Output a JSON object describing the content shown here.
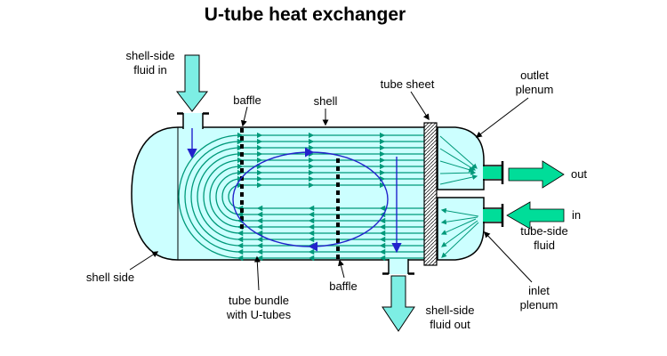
{
  "title": "U-tube heat exchanger",
  "labels": {
    "shell_side_fluid_in": "shell-side\nfluid in",
    "baffle_top": "baffle",
    "shell": "shell",
    "tube_sheet": "tube sheet",
    "outlet_plenum": "outlet\nplenum",
    "out": "out",
    "in": "in",
    "tube_side_fluid": "tube-side\nfluid",
    "inlet_plenum": "inlet\nplenum",
    "shell_side_fluid_out": "shell-side\nfluid out",
    "baffle_bottom": "baffle",
    "tube_bundle": "tube bundle\nwith U-tubes",
    "shell_side": "shell side"
  },
  "colors": {
    "shell_fill": "#ccffff",
    "tube_green": "#00997a",
    "flow_blue": "#2222cc",
    "shell_arrow_cyan": "#7deee4",
    "tube_arrow_green": "#00dd99",
    "outline": "#000000",
    "background": "#ffffff"
  }
}
